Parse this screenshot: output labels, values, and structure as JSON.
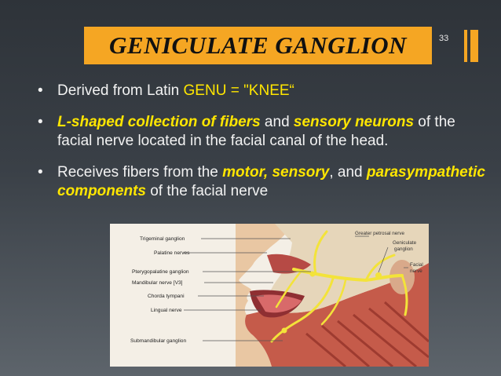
{
  "slide": {
    "title": "GENICULATE GANGLION",
    "page_number": "33"
  },
  "bullets": [
    {
      "parts": [
        {
          "text": "Derived from Latin ",
          "style": "normal"
        },
        {
          "text": "GENU = \"KNEE“",
          "style": "yellow"
        }
      ]
    },
    {
      "parts": [
        {
          "text": "L-shaped collection of fibers",
          "style": "yellow-em"
        },
        {
          "text": " and ",
          "style": "normal"
        },
        {
          "text": "sensory neurons",
          "style": "yellow-em"
        },
        {
          "text": " of the facial nerve located in the facial canal of the head.",
          "style": "normal"
        }
      ]
    },
    {
      "parts": [
        {
          "text": "Receives fibers from the ",
          "style": "normal"
        },
        {
          "text": "motor, sensory",
          "style": "yellow-em"
        },
        {
          "text": ", and ",
          "style": "normal"
        },
        {
          "text": "parasympathetic components",
          "style": "yellow-em"
        },
        {
          "text": " of the facial nerve",
          "style": "normal"
        }
      ]
    }
  ],
  "figure": {
    "left_labels": [
      "Trigeminal ganglion",
      "Palatine nerves",
      "Pterygopalatine ganglion",
      "Mandibular nerve [V3]",
      "Chorda tympani",
      "Lingual nerve",
      "Submandibular ganglion"
    ],
    "right_labels": {
      "greater_petrosal": "Greater petrosal nerve",
      "geniculate": [
        "Geniculate",
        "ganglion"
      ],
      "facial": [
        "Facial",
        "nerve"
      ]
    }
  },
  "colors": {
    "accent": "#f5a623",
    "highlight_text": "#ffe600",
    "nerve": "#f3e33a"
  }
}
